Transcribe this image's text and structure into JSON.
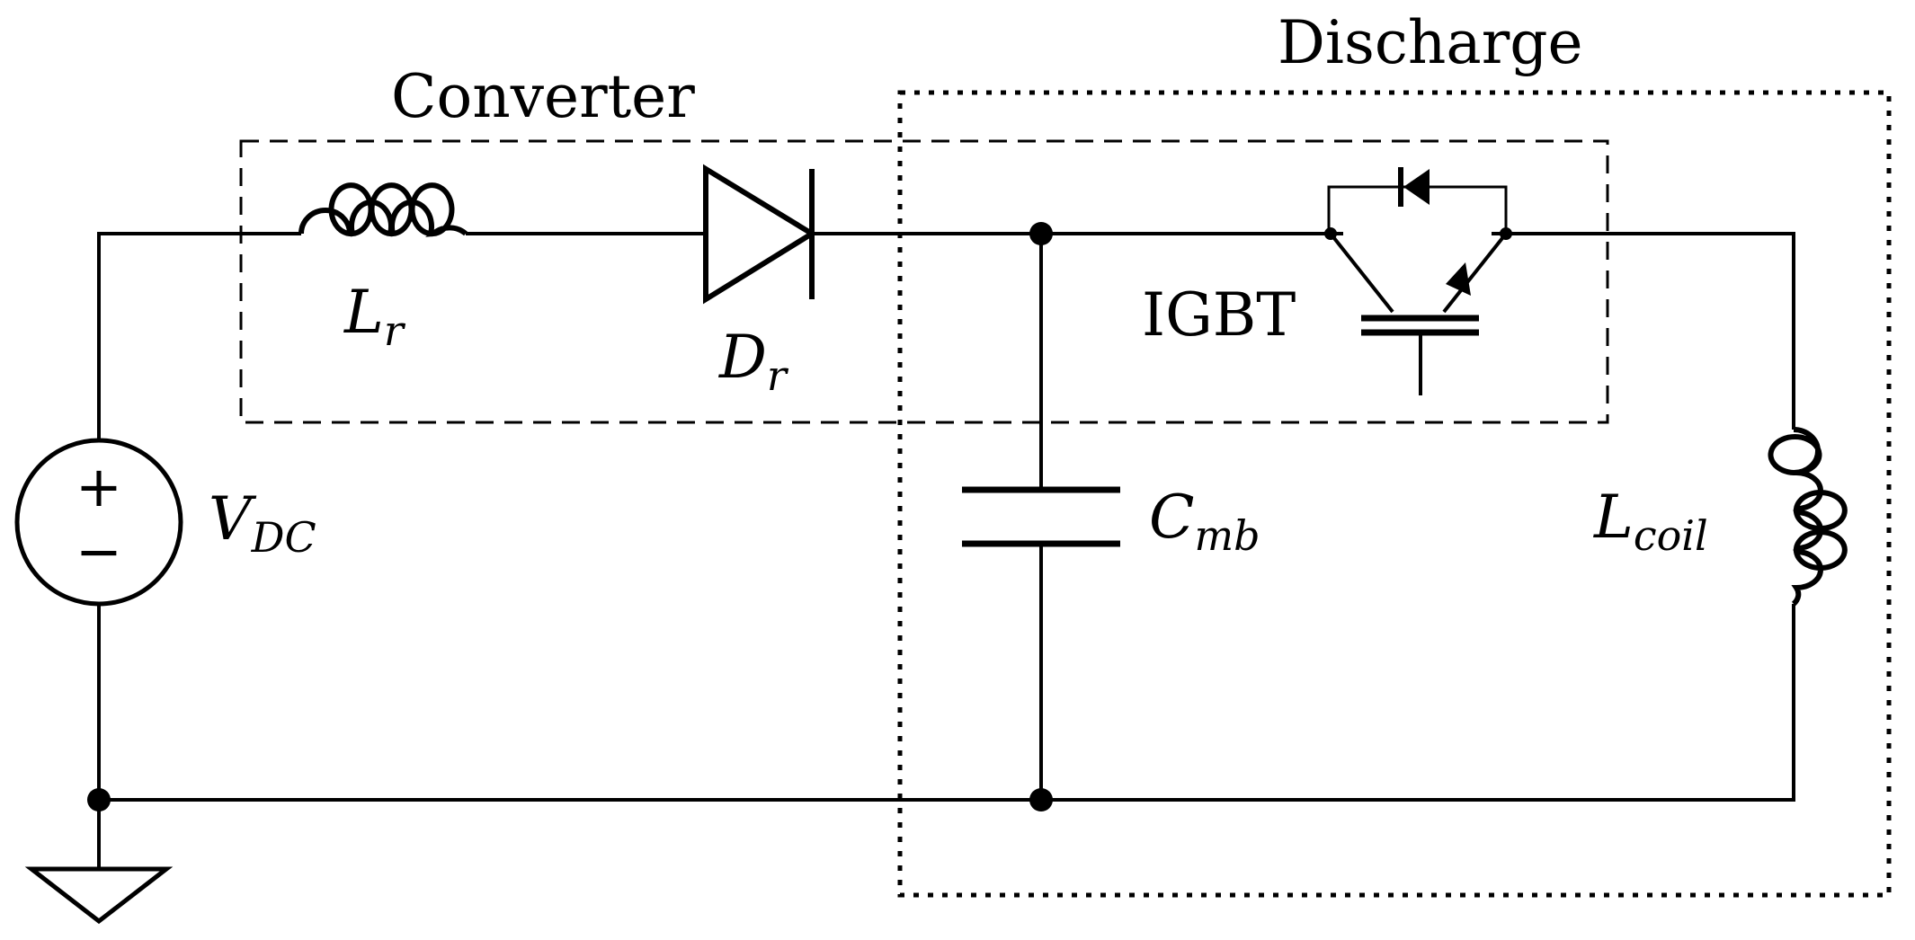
{
  "regions": {
    "converter": {
      "label": "Converter"
    },
    "discharge": {
      "label": "Discharge"
    }
  },
  "components": {
    "inductor_r": {
      "symbol": "L",
      "subscript": "r"
    },
    "diode_r": {
      "symbol": "D",
      "subscript": "r"
    },
    "source": {
      "symbol": "V",
      "subscript": "DC",
      "plus": "+",
      "minus": "−"
    },
    "capacitor": {
      "symbol": "C",
      "subscript": "mb"
    },
    "coil": {
      "symbol": "L",
      "subscript": "coil"
    },
    "igbt": {
      "label": "IGBT"
    }
  },
  "colors": {
    "wire": "#000000",
    "background": "#ffffff"
  }
}
